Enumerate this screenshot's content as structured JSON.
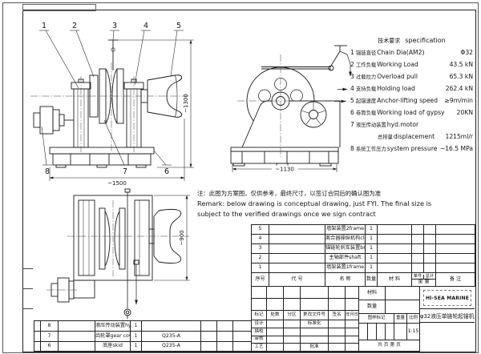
{
  "colors": {
    "line": "#1b1b1b",
    "paper": "#ffffff"
  },
  "spec": {
    "title_cn": "技术要求",
    "title_en": "specification",
    "items": [
      {
        "no": "1",
        "cn": "锚链直径",
        "en": "Chain Dia(AM2)",
        "value": "Φ32"
      },
      {
        "no": "2",
        "cn": "工作负载",
        "en": "Working Load",
        "value": "43.5 kN"
      },
      {
        "no": "3",
        "cn": "过载拉力",
        "en": "Overload pull",
        "value": "65.3 kN"
      },
      {
        "no": "4",
        "cn": "支持负载",
        "en": "Holding load",
        "value": "262.4 kN"
      },
      {
        "no": "5",
        "cn": "起锚速度",
        "en": "Anchor-lifting speed",
        "value": "≥9m/min"
      },
      {
        "no": "6",
        "cn": "卷筒负载",
        "en": "Working load of gypsy",
        "value": "20KN"
      },
      {
        "no": "7",
        "cn": "液压传动装置",
        "en": "hyd.motor",
        "value": ""
      },
      {
        "no": "",
        "cn": "总排量",
        "en": "displacement",
        "value": "1215ml/r"
      },
      {
        "no": "8",
        "cn": "系统工作压力",
        "en": "system pressure",
        "value": "~16.5 MPa"
      }
    ]
  },
  "remark": {
    "cn": "注：此图为方案图，仅供参考，最终尺寸，以签订合同后的确认图为准",
    "en_line1": "Remark: below drawing is conceptual drawing, just FYI. The final size is",
    "en_line2": "subject to the verified drawings once we sign contract"
  },
  "drawing": {
    "callouts_top": [
      "1",
      "2",
      "3",
      "4",
      "5"
    ],
    "callouts_bottom": [
      "8",
      "7",
      "6"
    ],
    "dim_front_height": "~1300",
    "dim_front_width": "~1500",
    "dim_side_width": "~1130",
    "dim_plan_height": "~900"
  },
  "parts_upper": {
    "rows": [
      {
        "seq": "5",
        "code": "",
        "name": "墙架装置2frame",
        "qty": "1",
        "material": "",
        "remark": ""
      },
      {
        "seq": "4",
        "code": "",
        "name": "离合器操纵机构clutch",
        "qty": "1",
        "material": "",
        "remark": ""
      },
      {
        "seq": "3",
        "code": "",
        "name": "锚链轮刹车装置brake",
        "qty": "1",
        "material": "",
        "remark": ""
      },
      {
        "seq": "2",
        "code": "",
        "name": "主轴部件shaft",
        "qty": "1",
        "material": "",
        "remark": ""
      },
      {
        "seq": "1",
        "code": "",
        "name": "墙架装置1frame",
        "qty": "1",
        "material": "",
        "remark": ""
      }
    ]
  },
  "parts_header": {
    "seq": "序号",
    "code": "代  号",
    "name": "名  称",
    "qty": "数量",
    "material": "材  料",
    "unit": "单件",
    "total": "总计",
    "weight": "重  量",
    "remark": "备  注"
  },
  "parts_lower": {
    "rows": [
      {
        "seq": "8",
        "code": "",
        "name": "液压传动装置hyd driving unit",
        "qty": "1",
        "material": ""
      },
      {
        "seq": "7",
        "code": "",
        "name": "齿轮罩gear cover",
        "qty": "1",
        "material": "Q235-A"
      },
      {
        "seq": "6",
        "code": "",
        "name": "底座skid",
        "qty": "1",
        "material": "Q235-A"
      }
    ]
  },
  "titleblock": {
    "rev_headers": {
      "mark": "标记",
      "count": "处数",
      "zone": "分区",
      "doc_no": "更改文件号",
      "sign": "签名",
      "date": "年月日"
    },
    "roles": {
      "design": "设计",
      "trace": "描校",
      "check": "审核",
      "process": "工艺",
      "standard": "标准化",
      "approve": "批准"
    },
    "material_label": "材料",
    "qty_label": "数量",
    "company": "HI-SEA MARINE",
    "mark_header": "图样标记",
    "weight_header": "重量",
    "scale_header": "比例",
    "scale_value": "1:15",
    "sheet_label": "共    页  第    页",
    "title": "φ32液压单链轮起锚机"
  }
}
